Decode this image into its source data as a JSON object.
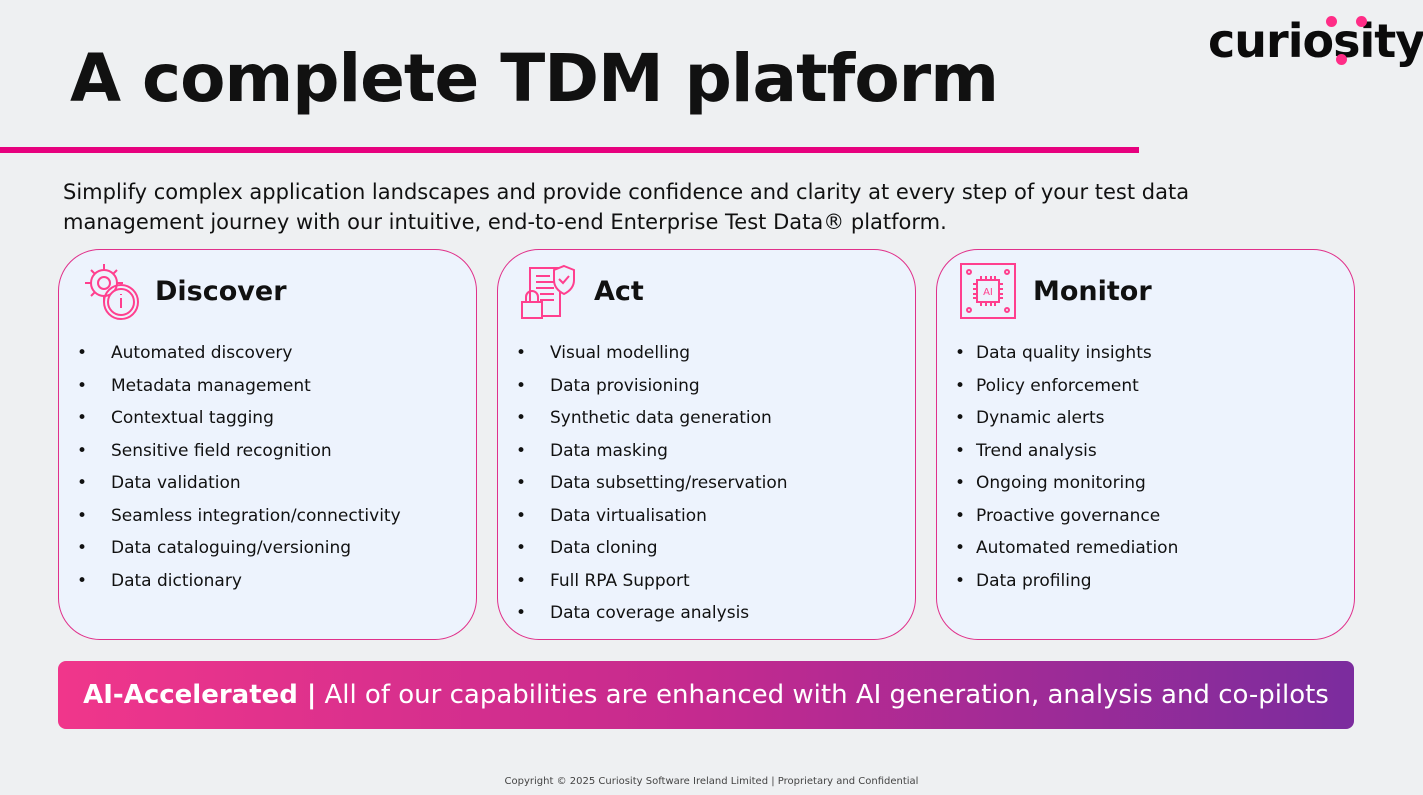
{
  "title": "A complete TDM platform",
  "logo": "curiosity",
  "intro": "Simplify complex application landscapes and provide confidence and clarity at every step of your test data management journey with our intuitive, end-to-end Enterprise Test Data® platform.",
  "cards": [
    {
      "title": "Discover",
      "icon": "gear-info-icon",
      "items": [
        "Automated discovery",
        "Metadata management",
        "Contextual tagging",
        "Sensitive field recognition",
        "Data validation",
        "Seamless integration/connectivity",
        "Data cataloguing/versioning",
        "Data dictionary"
      ]
    },
    {
      "title": "Act",
      "icon": "document-lock-shield-icon",
      "items": [
        "Visual modelling",
        "Data provisioning",
        "Synthetic data generation",
        "Data masking",
        "Data subsetting/reservation",
        "Data virtualisation",
        "Data cloning",
        "Full RPA Support",
        "Data coverage analysis"
      ]
    },
    {
      "title": "Monitor",
      "icon": "ai-chip-icon",
      "items": [
        "Data quality insights",
        "Policy enforcement",
        "Dynamic alerts",
        "Trend analysis",
        "Ongoing monitoring",
        "Proactive governance",
        "Automated remediation",
        "Data profiling"
      ]
    }
  ],
  "banner": {
    "bold": "AI-Accelerated |",
    "text": "All of our capabilities are enhanced with AI generation, analysis and co-pilots"
  },
  "footer": "Copyright © 2025 Curiosity Software Ireland Limited | Proprietary and Confidential",
  "colors": {
    "accent": "#e6007e",
    "icon": "#ff3f8e",
    "card_bg": "#edf3fd"
  }
}
